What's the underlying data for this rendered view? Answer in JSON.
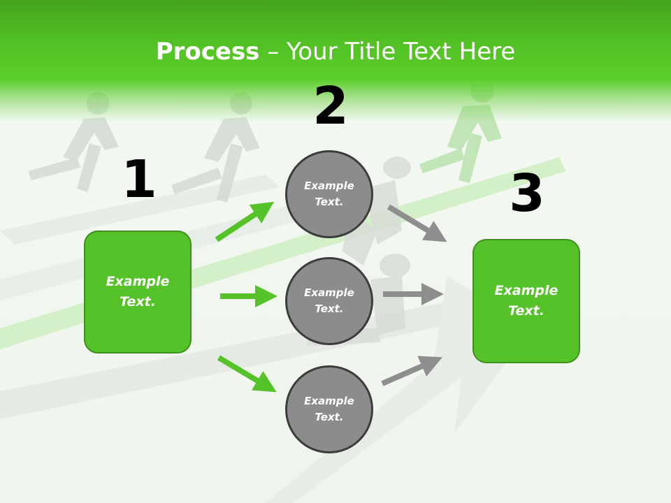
{
  "slide": {
    "title_bold": "Process",
    "title_rest": " – Your Title Text Here"
  },
  "steps": [
    {
      "number": "1",
      "label": "Example\nText."
    },
    {
      "number": "2",
      "circles": [
        "Example\nText.",
        "Example\nText.",
        "Example\nText."
      ]
    },
    {
      "number": "3",
      "label": "Example\nText."
    }
  ],
  "colors": {
    "accent_green": "#55c22a",
    "header_green": "#52c024",
    "node_gray": "#8c8c8c",
    "arrow_gray": "#8e8e8e"
  }
}
